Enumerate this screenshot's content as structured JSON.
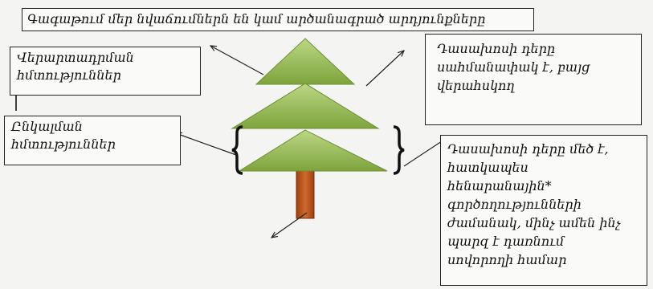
{
  "title": "Գագաթում մեր նվաճումներն են կամ արծանագրած արդյունքները",
  "labels": {
    "top_left": [
      "Վերարտադրման",
      "հմտություններ"
    ],
    "top_right": [
      "Դասախոսի դերը",
      "սահմանափակ է, բայց",
      "վերահսկող"
    ],
    "middle_left": [
      "Ընկալման",
      "հմտություններ"
    ],
    "bottom_right": [
      "Դասախոսի դերը մեծ է,",
      "հատկապես",
      "հենարանային*",
      "գործողությունների",
      "ժամանակ, մինչ ամեն ինչ",
      "պարզ է դառնում",
      "սովորողի համար"
    ]
  },
  "colors": {
    "tier_fill_top": "#b6d27e",
    "tier_fill_bottom": "#7fa23e",
    "trunk": "#b8521f",
    "outline": "#222222"
  }
}
